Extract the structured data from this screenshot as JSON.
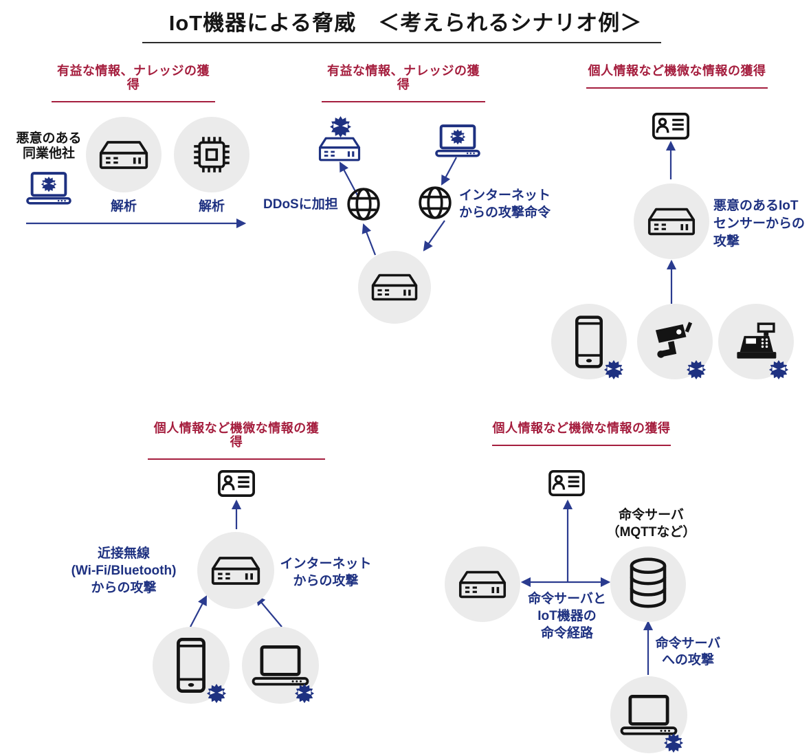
{
  "title": "IoT機器による脅威　＜考えられるシナリオ例＞",
  "colors": {
    "heading_red": "#a51e3e",
    "navy_text": "#1e3181",
    "arrow_blue": "#2a3b8f",
    "icon_black": "#141414",
    "circle_gray": "#ebebeb"
  },
  "scenarios": {
    "s1": {
      "heading": "有益な情報、ナレッジの獲得",
      "attacker_lines": [
        "悪意のある",
        "同業他社"
      ],
      "router_caption": "解析",
      "chip_caption": "解析",
      "icons": [
        "laptop-virus-icon",
        "router-icon",
        "chip-icon"
      ]
    },
    "s2": {
      "heading": "有益な情報、ナレッジの獲得",
      "ddos_label": "DDoSに加担",
      "internet_cmd_lines": [
        "インターネット",
        "からの攻撃命令"
      ],
      "icons": [
        "virus-icon",
        "router-icon",
        "laptop-virus-icon",
        "globe-icon",
        "globe-icon",
        "router-icon"
      ]
    },
    "s3": {
      "heading": "個人情報など機微な情報の獲得",
      "attack_lines": [
        "悪意のあるIoT",
        "センサーからの",
        "攻撃"
      ],
      "icons": [
        "id-card-icon",
        "router-icon",
        "smartphone-icon",
        "camera-icon",
        "cash-register-icon",
        "virus-icon"
      ]
    },
    "s4": {
      "heading": "個人情報など機微な情報の獲得",
      "wireless_lines": [
        "近接無線",
        "(Wi-Fi/Bluetooth)",
        "からの攻撃"
      ],
      "internet_lines": [
        "インターネット",
        "からの攻撃"
      ],
      "icons": [
        "id-card-icon",
        "router-icon",
        "smartphone-icon",
        "laptop-icon",
        "virus-icon"
      ]
    },
    "s5": {
      "heading": "個人情報など機微な情報の獲得",
      "server_lines": [
        "命令サーバ",
        "（MQTTなど）"
      ],
      "route_lines": [
        "命令サーバと",
        "IoT機器の",
        "命令経路"
      ],
      "attack_lines": [
        "命令サーバ",
        "への攻撃"
      ],
      "icons": [
        "id-card-icon",
        "router-icon",
        "database-icon",
        "laptop-icon",
        "virus-icon"
      ]
    }
  }
}
